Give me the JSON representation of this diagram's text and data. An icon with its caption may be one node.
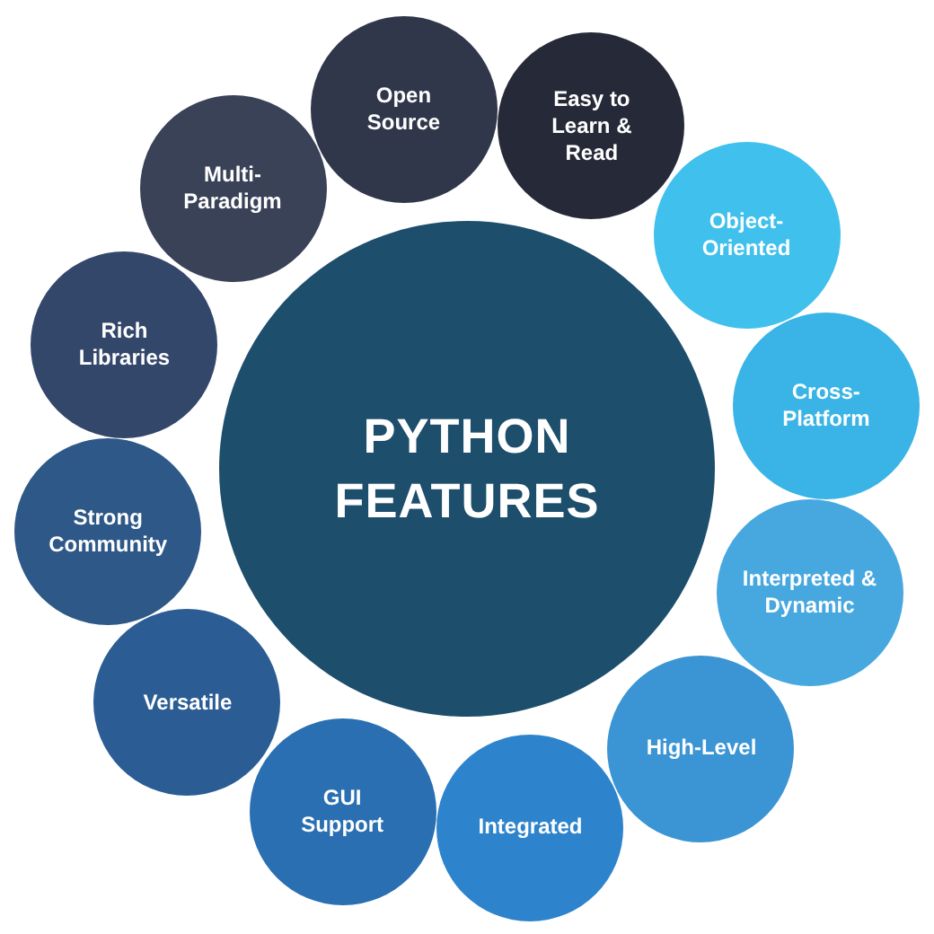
{
  "diagram": {
    "nodes": [
      {
        "text": [
          "PYTHON FEATURES"
        ]
      },
      {
        "text": [
          "Open Source"
        ]
      },
      {
        "text": [
          "Easy to Learn & Read"
        ]
      },
      {
        "text": [
          "Object-Oriented"
        ]
      },
      {
        "text": [
          "Cross-Platform"
        ]
      },
      {
        "text": [
          "Interpreted & Dynamic"
        ]
      },
      {
        "text": [
          "High-Level"
        ]
      },
      {
        "text": [
          "Integrated"
        ]
      },
      {
        "text": [
          "GUI Support"
        ]
      },
      {
        "text": [
          "Versatile"
        ]
      },
      {
        "text": [
          "Strong Community"
        ]
      },
      {
        "text": [
          "Rich Libraries"
        ]
      },
      {
        "text": [
          "Multi-Paradigm"
        ]
      }
    ],
    "edges": []
  }
}
